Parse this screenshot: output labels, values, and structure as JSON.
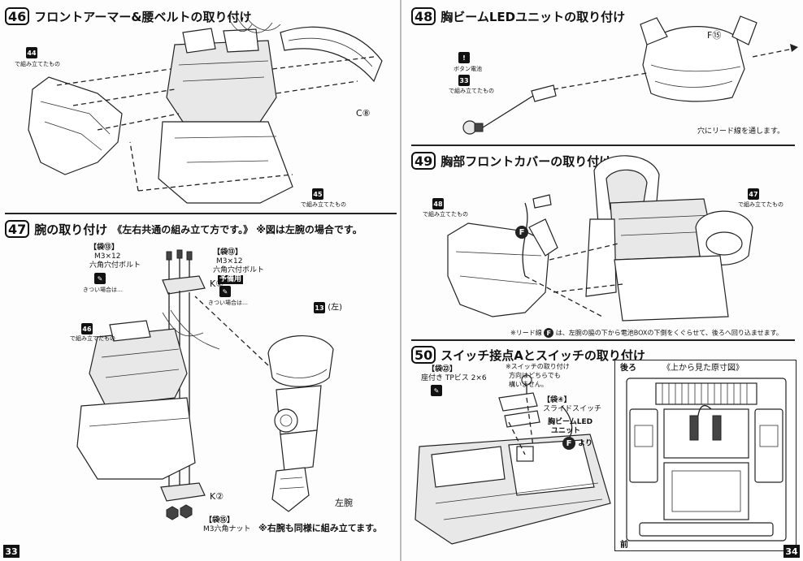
{
  "page_left": {
    "page_number": "33",
    "step46": {
      "number": "46",
      "title": "フロントアーマー&腰ベルトの取り付け",
      "ref_44": "44",
      "ref_44_note": "で組み立てたもの",
      "ref_45": "45",
      "ref_45_note": "で組み立てたもの",
      "part_c": "C⑧"
    },
    "step47": {
      "number": "47",
      "title": "腕の取り付け",
      "note": "《左右共通の組み立て方です。》 ※図は左腕の場合です。",
      "bag13_a": "【袋⑬】",
      "bolt_a_size": "M3×12",
      "bolt_a_name": "六角穴付ボルト",
      "bag13_b": "【袋⑬】",
      "bolt_b_size": "M3×12",
      "bolt_b_name": "六角穴付ボルト",
      "spare": "予備用",
      "tool_note": "きつい場合は…",
      "ref_46": "46",
      "ref_46_note": "で組み立てたもの",
      "part_k_top": "K②",
      "part_k_bottom": "K②",
      "ref_13": "13",
      "ref_13_side": "(左)",
      "left_arm": "左腕",
      "bag15": "【袋⑮】",
      "nut": "M3六角ナット",
      "footer_note": "※右腕も同様に組み立てます。"
    }
  },
  "page_right": {
    "page_number": "34",
    "step48": {
      "number": "48",
      "title": "胸ビームLEDユニットの取り付け",
      "ref_33": "33",
      "ref_33_note": "で組み立てたもの",
      "warn_note": "ボタン電池",
      "part_f": "F⑮",
      "hole_note": "穴にリード線を通します。"
    },
    "step49": {
      "number": "49",
      "title": "胸部フロントカバーの取り付け",
      "ref_48": "48",
      "ref_48_note": "で組み立てたもの",
      "ref_47": "47",
      "ref_47_note": "で組み立てたもの",
      "f_badge": "F",
      "lead_note_a": "※リード線",
      "lead_note_b": "は、左腕の脇の下から電池BOXの下側をくぐらせて、後ろへ回り込ませます。"
    },
    "step50": {
      "number": "50",
      "title": "スイッチ接点Aとスイッチの取り付け",
      "bag22": "【袋㉒】",
      "screw": "座付き TPビス 2×6",
      "switch_note_1": "※スイッチの取り付け",
      "switch_note_2": "方向はどちらでも",
      "switch_note_3": "構いません。",
      "bag4": "【袋④】",
      "slide_switch": "スライドスイッチ",
      "led_unit_1": "胸ビームLED",
      "led_unit_2": "ユニット",
      "from": "より",
      "f_badge": "F",
      "inset_back": "後ろ",
      "inset_title": "《上から見た原寸図》",
      "inset_front": "前"
    }
  }
}
